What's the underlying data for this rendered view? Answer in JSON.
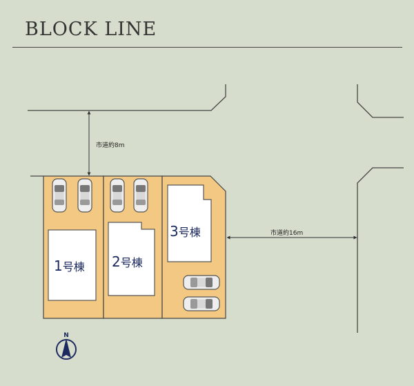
{
  "header": {
    "title": "BLOCK LINE"
  },
  "roads": {
    "north_width": "市道約8m",
    "east_width": "市道約16m"
  },
  "lots": [
    {
      "number": "1",
      "suffix": "号棟"
    },
    {
      "number": "2",
      "suffix": "号棟"
    },
    {
      "number": "3",
      "suffix": "号棟"
    }
  ],
  "compass": {
    "label": "N"
  },
  "colors": {
    "background": "#d7ddcc",
    "lot_fill": "#f2c882",
    "building_fill": "#ffffff",
    "label_color": "#1c2a60",
    "line_color": "#444444"
  }
}
